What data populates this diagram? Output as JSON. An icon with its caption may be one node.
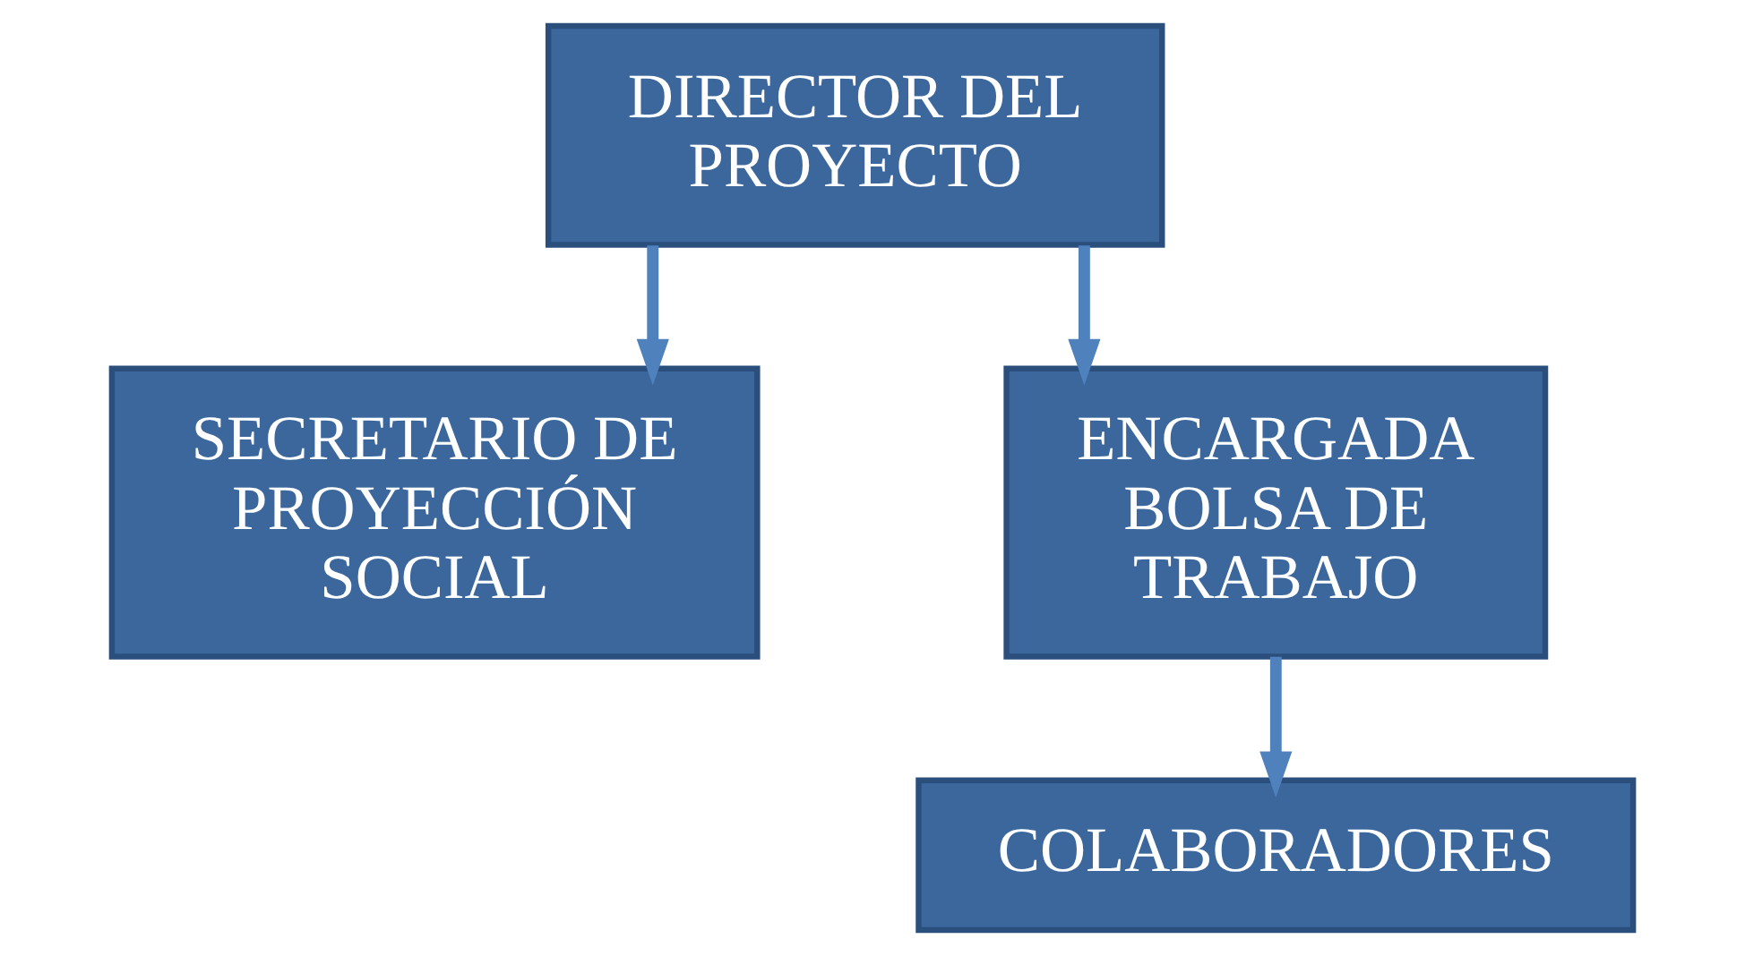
{
  "diagram": {
    "nodes": [
      {
        "text": [
          "DIRECTOR DEL PROYECTO"
        ]
      },
      {
        "text": [
          "SECRETARIO DE PROYECCIÓN SOCIAL"
        ]
      },
      {
        "text": [
          "ENCARGADA BOLSA DE TRABAJO"
        ]
      },
      {
        "text": [
          "COLABORADORES"
        ]
      }
    ],
    "edges": [
      {
        "from": 0,
        "to": 1,
        "arrow": "to"
      },
      {
        "from": 0,
        "to": 2,
        "arrow": "to"
      },
      {
        "from": 2,
        "to": 3,
        "arrow": "to"
      }
    ]
  }
}
